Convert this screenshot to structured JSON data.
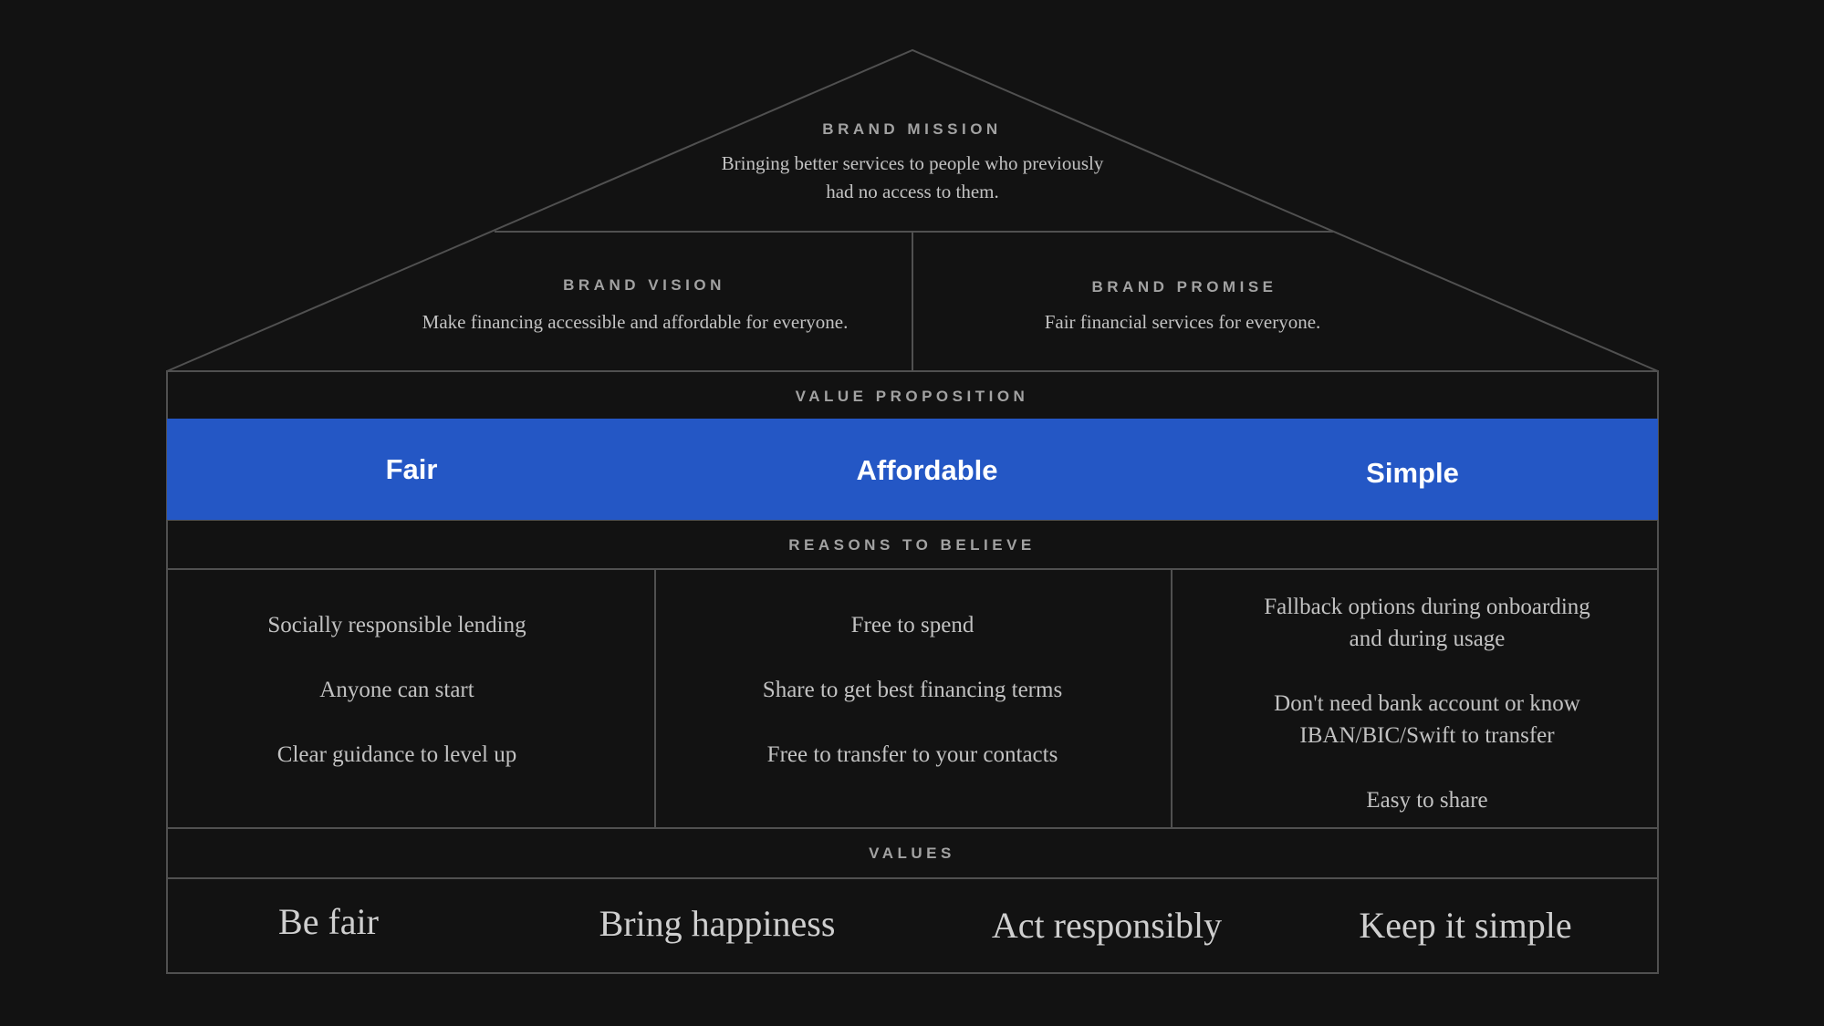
{
  "colors": {
    "background": "#121212",
    "line": "#505050",
    "accent": "#2457c5",
    "label": "#a2a2a2",
    "text": "#c2c2c2"
  },
  "mission": {
    "label": "BRAND MISSION",
    "line1": "Bringing better services to people who previously",
    "line2": "had no access to them."
  },
  "vision": {
    "label": "BRAND VISION",
    "text": "Make financing accessible and affordable for everyone."
  },
  "promise": {
    "label": "BRAND PROMISE",
    "text": "Fair financial services for everyone."
  },
  "value_proposition": {
    "label": "VALUE PROPOSITION",
    "items": [
      "Fair",
      "Affordable",
      "Simple"
    ]
  },
  "reasons": {
    "label": "REASONS TO BELIEVE",
    "fair": [
      "Socially responsible lending",
      "Anyone can start",
      "Clear guidance to level up"
    ],
    "affordable": [
      "Free to spend",
      "Share to get best financing terms",
      "Free to transfer to your contacts"
    ],
    "simple": {
      "r1_line1": "Fallback options during onboarding",
      "r1_line2": "and during usage",
      "r2_line1": "Don't need bank account or know",
      "r2_line2": "IBAN/BIC/Swift to transfer",
      "r3": "Easy to share"
    }
  },
  "values": {
    "label": "VALUES",
    "items": [
      "Be fair",
      "Bring happiness",
      "Act responsibly",
      "Keep it simple"
    ]
  }
}
